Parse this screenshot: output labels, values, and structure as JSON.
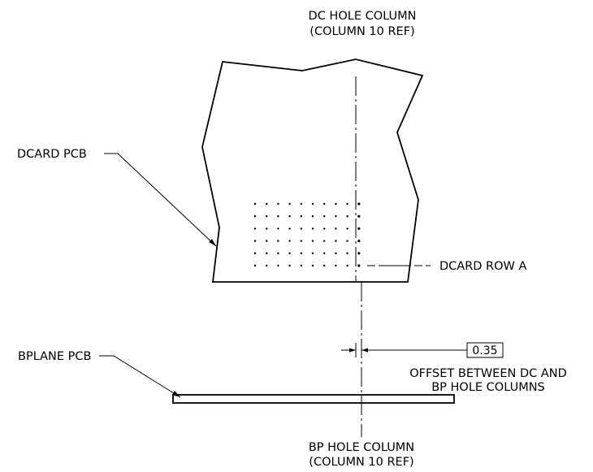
{
  "labels": {
    "dc_hole_column_line1": "DC HOLE COLUMN",
    "dc_hole_column_line2": "(COLUMN 10 REF)",
    "dcard_pcb": "DCARD PCB",
    "dcard_row_a": "DCARD ROW A",
    "bplane_pcb": "BPLANE PCB",
    "offset_value": "0.35",
    "offset_desc_line1": "OFFSET BETWEEN DC AND",
    "offset_desc_line2": "BP HOLE COLUMNS",
    "bp_hole_column_line1": "BP HOLE COLUMN",
    "bp_hole_column_line2": "(COLUMN 10 REF)"
  },
  "hole_grid": {
    "rows": 6,
    "columns": 10
  },
  "colors": {
    "line": "#000000",
    "background": "#ffffff"
  }
}
